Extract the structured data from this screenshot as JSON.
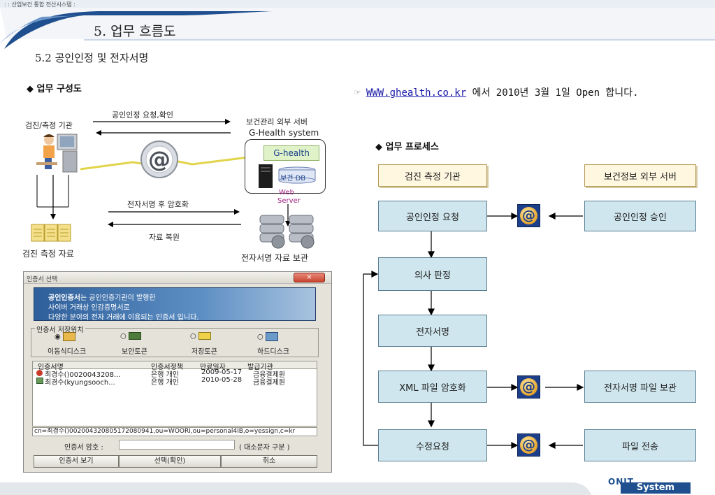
{
  "header": {
    "system_label": ": : 산업보건 통합 전산시스템 :",
    "section_title": "5. 업무 흐름도",
    "subsection_title": "5.2 공인인정 및 전자서명"
  },
  "left": {
    "heading": "◆ 업무 구성도",
    "org_label": "검진/측정 기관",
    "request_label": "공인인정 요청,확인",
    "server_title": "보건관리 외부 서버",
    "server_system": "G-Health system",
    "server_app": "G-health",
    "server_db": "보건 DB",
    "web_server_1": "Web",
    "web_server_2": "Server",
    "sign_label": "전자서명 후 암호화",
    "restore_label": "자료 복원",
    "data_label": "검진 측정 자료",
    "storage_label": "전자서명 자료 보관"
  },
  "dialog": {
    "title": "인증서 선택",
    "close": "×",
    "banner_line1_bold": "공인인증서",
    "banner_line1_rest": "는 공인인증기관이 발행한",
    "banner_line2": "사이버 거래상 인감증명서로",
    "banner_line3": "다양한 분야의 전자 거래에 이용되는 인증서 입니다.",
    "location_group": "인증서 저장위치",
    "locations": [
      "이동식디스크",
      "보안토큰",
      "저장토큰",
      "하드디스크"
    ],
    "columns": [
      "인증서명",
      "인증서정책",
      "만료일자",
      "발급기관"
    ],
    "rows": [
      {
        "name": "최경수()0020043208...",
        "policy": "은행 개인",
        "expiry": "2009-05-17",
        "issuer": "금융결제원"
      },
      {
        "name": "최경수(kyungsooch...",
        "policy": "은행 개인",
        "expiry": "2010-05-28",
        "issuer": "금융결제원"
      }
    ],
    "dn": "cn=최경수()002004320805172080941,ou=WOORI,ou=personal4IB,o=yessign,c=kr",
    "password_label": "인증서 암호 :",
    "password_value": "",
    "case_note": "( 대소문자 구분 )",
    "btn_view": "인증서 보기",
    "btn_ok": "선택(확인)",
    "btn_cancel": "취소"
  },
  "right": {
    "notice_icon": "☞",
    "notice_url": "WWW.ghealth.co.kr",
    "notice_rest": " 에서 2010년 3월 1일 Open 합니다.",
    "heading": "◆ 업무 프로세스",
    "header_left": "검진 측정 기관",
    "header_right": "보건정보 외부 서버",
    "steps": [
      "공인인정 요청",
      "의사 판정",
      "전자서명",
      "XML 파일 암호화",
      "수정요청"
    ],
    "right_boxes": [
      "공인인정 승인",
      "전자서명 파일 보관",
      "파일 전송"
    ],
    "at_symbol": "@"
  },
  "footer": {
    "logo_top": "ONIT",
    "logo_bottom": "System"
  },
  "colors": {
    "process_box": "#cfe6ee",
    "header_box": "#fff7e0",
    "at_icon": "#1d3f8a",
    "link": "#1a1aa8",
    "header_swoosh": "#1f4f8f"
  }
}
